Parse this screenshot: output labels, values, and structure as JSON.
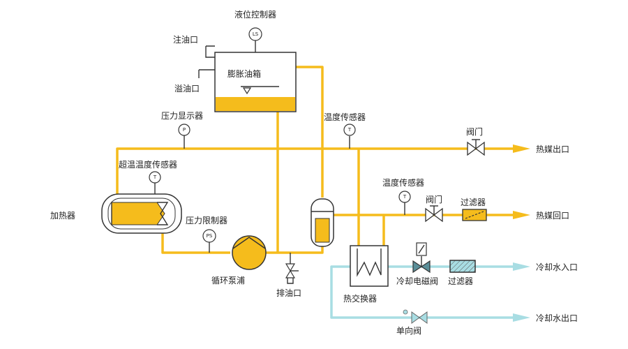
{
  "labels": {
    "level_controller": "液位控制器",
    "oil_fill_port": "注油口",
    "oil_overflow_port": "溢油口",
    "expansion_tank": "膨胀油箱",
    "pressure_display": "压力显示器",
    "temp_sensor_top": "温度传感器",
    "valve_top": "阀门",
    "heat_medium_outlet": "热媒出口",
    "overtemp_sensor": "超温温度传感器",
    "heater": "加热器",
    "pressure_limiter": "压力限制器",
    "circulation_pump": "循环泵浦",
    "drain_port": "排油口",
    "temp_sensor_mid": "温度传感器",
    "valve_mid": "阀门",
    "filter_mid": "过滤器",
    "heat_medium_return": "热媒回口",
    "heat_exchanger": "热交换器",
    "cooling_solenoid_valve": "冷却电磁阀",
    "filter_low": "过滤器",
    "cooling_water_inlet": "冷却水入口",
    "check_valve": "单向阀",
    "cooling_water_outlet": "冷却水出口"
  },
  "gauges": {
    "ls": "LS",
    "p": "P",
    "t_top": "T",
    "t_heater": "T",
    "ps": "PS",
    "t_mid": "T"
  },
  "colors": {
    "oil_pipe": "#f5bc1c",
    "water_pipe": "#a8dde3",
    "outline": "#333333"
  }
}
